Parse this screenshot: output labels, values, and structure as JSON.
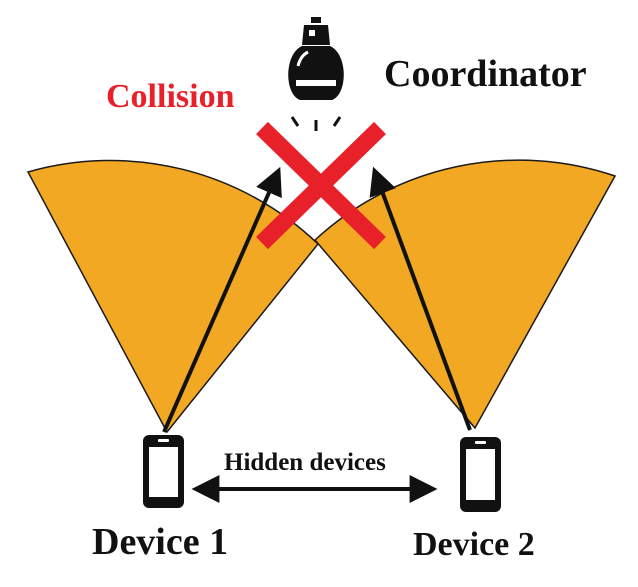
{
  "labels": {
    "coordinator": "Coordinator",
    "collision": "Collision",
    "device1": "Device 1",
    "device2": "Device 2",
    "hidden_devices": "Hidden devices"
  },
  "colors": {
    "beam_fill": "#F2A823",
    "beam_stroke": "#1a1a1a",
    "collision": "#E8202A",
    "ink": "#111111",
    "background": "#FFFFFF"
  },
  "icons": {
    "coordinator": "light-bulb-icon",
    "device1": "smartphone-icon",
    "device2": "smartphone-icon",
    "collision": "x-cross-icon"
  }
}
